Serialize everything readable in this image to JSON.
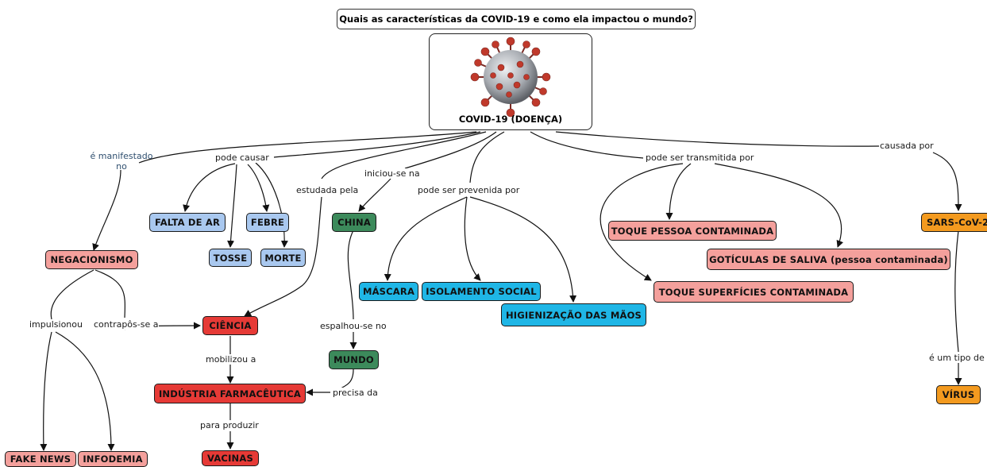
{
  "question": "Quais as características da COVID-19 e como ela impactou o mundo?",
  "central": "COVID-19 (DOENÇA)",
  "colors": {
    "blue": "#a9c8ef",
    "pink": "#f4a09c",
    "red": "#e63a36",
    "green": "#3c8a5b",
    "cyan": "#1fb6e6",
    "orange": "#f39a1f",
    "virus": "#b8473f"
  },
  "nodes": {
    "falta_de_ar": "FALTA DE AR",
    "febre": "FEBRE",
    "tosse": "TOSSE",
    "morte": "MORTE",
    "negacionismo": "NEGACIONISMO",
    "fake_news": "FAKE NEWS",
    "infodemia": "INFODEMIA",
    "ciencia": "CIÊNCIA",
    "industria": "INDÚSTRIA FARMACÊUTICA",
    "vacinas": "VACINAS",
    "china": "CHINA",
    "mundo": "MUNDO",
    "mascara": "MÁSCARA",
    "isolamento": "ISOLAMENTO SOCIAL",
    "higienizacao": "HIGIENIZAÇÃO DAS MÃOS",
    "toque_pessoa": "TOQUE PESSOA CONTAMINADA",
    "goticulas": "GOTÍCULAS DE SALIVA (pessoa contaminada)",
    "toque_superficies": "TOQUE SUPERFÍCIES CONTAMINADA",
    "sars": "SARS-CoV-2",
    "virus": "VÍRUS"
  },
  "links": {
    "e_manifestado_no": "é manifestado no",
    "pode_causar": "pode causar",
    "estudada_pela": "estudada pela",
    "iniciou_se_na": "iniciou-se na",
    "pode_ser_prevenida_por": "pode ser prevenida por",
    "pode_ser_transmitida_por": "pode ser transmitida por",
    "causada_por": "causada por",
    "impulsionou": "impulsionou",
    "contrapos_se_a": "contrapôs-se a",
    "mobilizou_a": "mobilizou a",
    "para_produzir": "para produzir",
    "espalhou_se_no": "espalhou-se no",
    "precisa_da": "precisa da",
    "e_um_tipo_de": "é um tipo de"
  }
}
